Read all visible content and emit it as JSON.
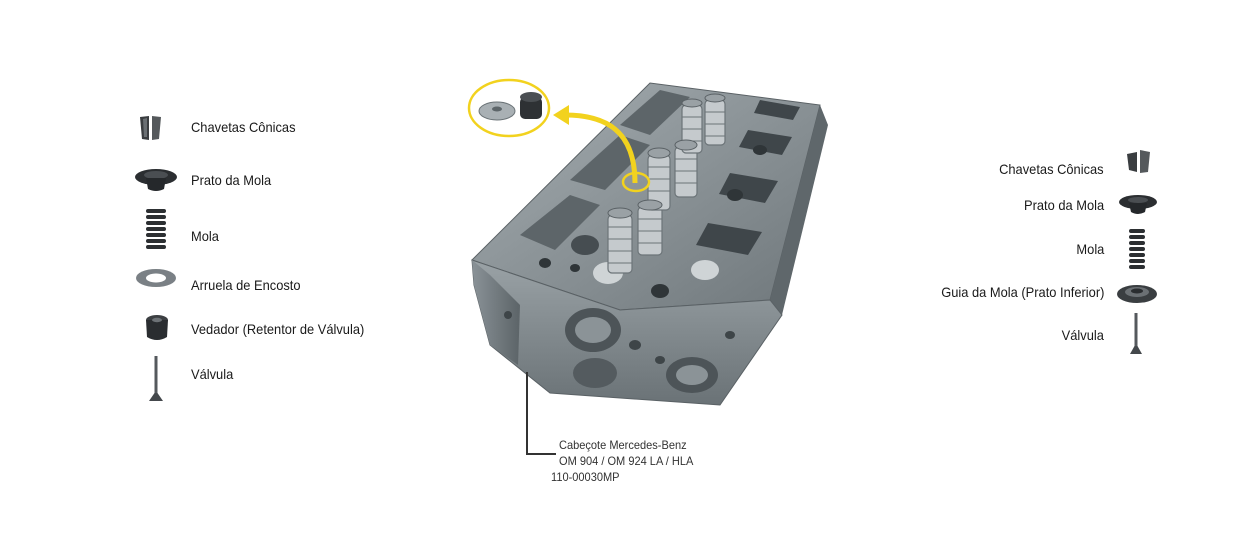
{
  "left_parts": [
    {
      "label": "Chavetas Cônicas",
      "icon": "cone-keys-icon"
    },
    {
      "label": "Prato da Mola",
      "icon": "spring-plate-icon"
    },
    {
      "label": "Mola",
      "icon": "spring-icon"
    },
    {
      "label": "Arruela de Encosto",
      "icon": "thrust-washer-icon"
    },
    {
      "label": "Vedador (Retentor de Válvula)",
      "icon": "valve-seal-icon"
    },
    {
      "label": "Válvula",
      "icon": "valve-icon"
    }
  ],
  "right_parts": [
    {
      "label": "Chavetas Cônicas",
      "icon": "cone-keys-icon"
    },
    {
      "label": "Prato da Mola",
      "icon": "spring-plate-icon"
    },
    {
      "label": "Mola",
      "icon": "spring-icon"
    },
    {
      "label": "Guia da Mola (Prato Inferior)",
      "icon": "spring-guide-icon"
    },
    {
      "label": "Válvula",
      "icon": "valve-icon"
    }
  ],
  "product": {
    "line1": "Cabeçote Mercedes-Benz",
    "line2": "OM 904 / OM 924 LA / HLA",
    "line3": "110-00030MP"
  },
  "colors": {
    "highlight": "#f2d21e",
    "metal": "#7d878c",
    "part_dark": "#2e3134"
  }
}
